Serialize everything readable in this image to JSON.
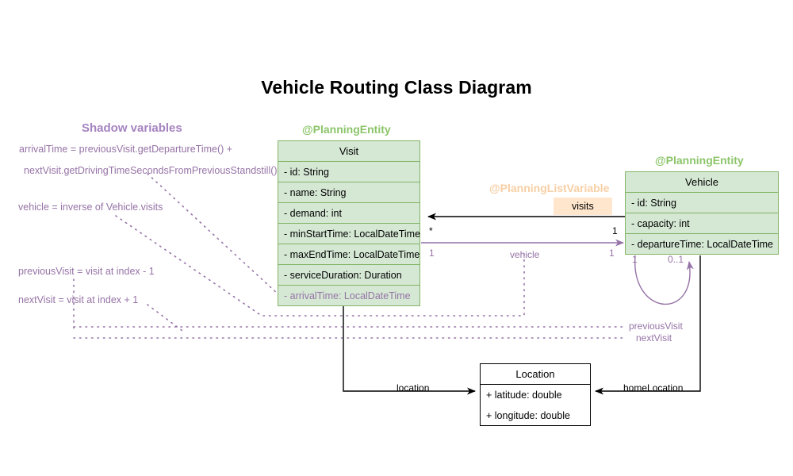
{
  "title": "Vehicle Routing Class Diagram",
  "shadow_panel": {
    "heading": "Shadow variables",
    "lines": [
      "arrivalTime = previousVisit.getDepartureTime() +",
      "nextVisit.getDrivingTimeSecondsFromPreviousStandstill()",
      "vehicle = inverse of Vehicle.visits",
      "previousVisit = visit at index - 1",
      "nextVisit = visit at index + 1"
    ]
  },
  "classes": {
    "visit": {
      "stereotype": "@PlanningEntity",
      "name": "Visit",
      "attributes": [
        "- id: String",
        "- name: String",
        "- demand: int",
        "- minStartTime: LocalDateTime",
        "- maxEndTime: LocalDateTime",
        "- serviceDuration: Duration",
        "- arrivalTime: LocalDateTime"
      ]
    },
    "vehicle": {
      "stereotype": "@PlanningEntity",
      "name": "Vehicle",
      "attributes": [
        "- id: String",
        "- capacity: int",
        "- departureTime: LocalDateTime"
      ]
    },
    "location": {
      "name": "Location",
      "attributes": [
        "+ latitude: double",
        "+ longitude: double"
      ]
    }
  },
  "associations": {
    "visits": {
      "stereotype": "@PlanningListVariable",
      "label": "visits",
      "source_mult": "1",
      "target_mult": "*"
    },
    "vehicle_ref": {
      "label": "vehicle",
      "source_mult": "1",
      "target_mult": "1"
    },
    "self_loop": {
      "source_mult": "1",
      "target_mult": "0..1",
      "labels": [
        "previousVisit",
        "nextVisit"
      ]
    },
    "location_ref": {
      "label": "location"
    },
    "home_location_ref": {
      "label": "homeLocation"
    }
  },
  "colors": {
    "entity_fill": "#d5e8d4",
    "entity_stroke": "#82b366",
    "stereotype_green": "#8cc56a",
    "stereotype_orange": "#f7cfa4",
    "shadow_purple": "#9673a6",
    "shadow_heading": "#a583c0",
    "chip_fill": "#ffe6cc",
    "plain_stroke": "#000000"
  }
}
